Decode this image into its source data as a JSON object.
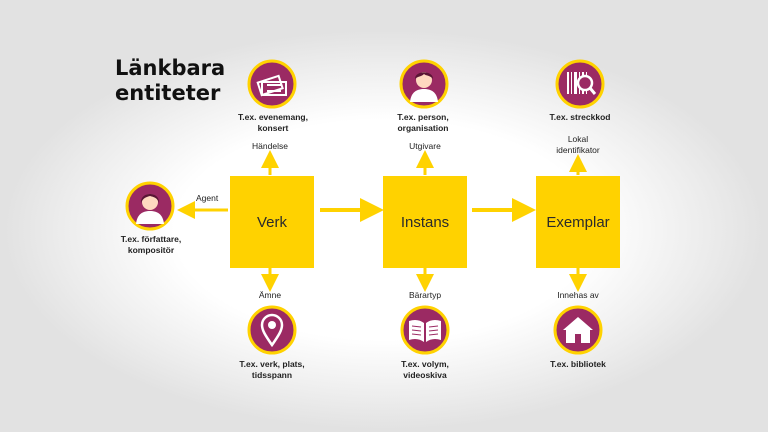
{
  "title": "Länkbara entiteter",
  "colors": {
    "box": "#ffd200",
    "icon_bg": "#9b2a63",
    "icon_ring": "#ffd200",
    "arrow": "#ffd200"
  },
  "boxes": {
    "verk": "Verk",
    "instans": "Instans",
    "exemplar": "Exemplar"
  },
  "relations": {
    "handelse": "Händelse",
    "utgivare": "Utgivare",
    "lokal_identifikator": "Lokal\nidentifikator",
    "agent": "Agent",
    "amne": "Ämne",
    "barartyp": "Bärartyp",
    "innehas_av": "Innehas av"
  },
  "entities": {
    "evenemang": {
      "label": "T.ex. evenemang,\nkonsert",
      "icon": "ticket-icon"
    },
    "person": {
      "label": "T.ex. person,\norganisation",
      "icon": "person-icon"
    },
    "streckkod": {
      "label": "T.ex. streckkod",
      "icon": "barcode-icon"
    },
    "forfattare": {
      "label": "T.ex. författare,\nkompositör",
      "icon": "person-icon"
    },
    "verk_plats": {
      "label": "T.ex. verk, plats,\ntidsspann",
      "icon": "location-pin-icon"
    },
    "volym": {
      "label": "T.ex. volym,\nvideoskiva",
      "icon": "book-icon"
    },
    "bibliotek": {
      "label": "T.ex. bibliotek",
      "icon": "house-icon"
    }
  }
}
